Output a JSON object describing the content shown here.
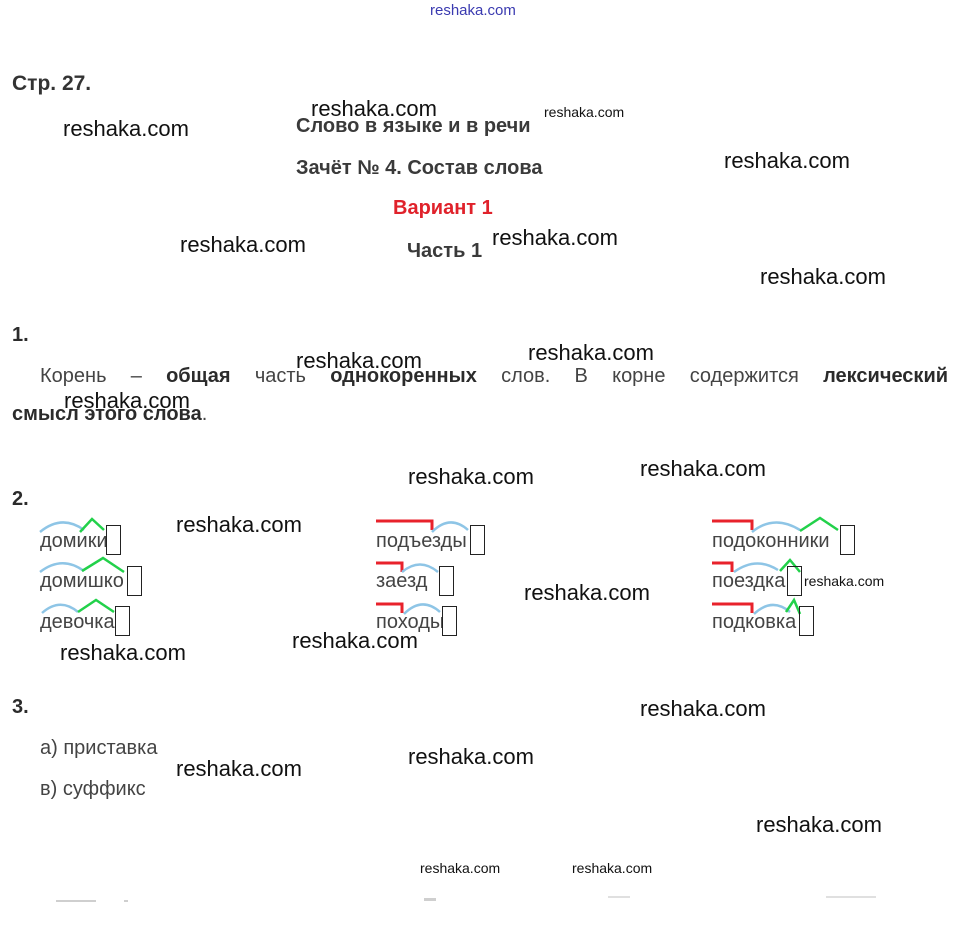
{
  "site_link": "reshaka.com",
  "page_ref": "Стр. 27.",
  "header": {
    "section": "Слово в языке и в речи",
    "test": "Зачёт № 4. Состав слова",
    "variant": "Вариант 1",
    "part": "Часть 1"
  },
  "q1": {
    "number": "1.",
    "t1": "Корень –",
    "b1": "общая",
    "t2": "часть",
    "b2": "однокоренных",
    "t3": "слов. В корне содержится",
    "b3": "лексический",
    "b4": "смысл этого слова",
    "t4": "."
  },
  "q2": {
    "number": "2.",
    "col1": [
      "домики",
      "домишко",
      "девочка"
    ],
    "col2": [
      "подъезды",
      "заезд",
      "походы"
    ],
    "col3": [
      "подоконники",
      "поездка",
      "подковка"
    ]
  },
  "q3": {
    "number": "3.",
    "a": "а) приставка",
    "b": "в) суффикс"
  },
  "watermark": "reshaka.com",
  "colors": {
    "prefix_mark": "#e8222b",
    "root_mark": "#8ec5e6",
    "suffix_mark": "#22d14a",
    "variant_text": "#e0222b"
  }
}
